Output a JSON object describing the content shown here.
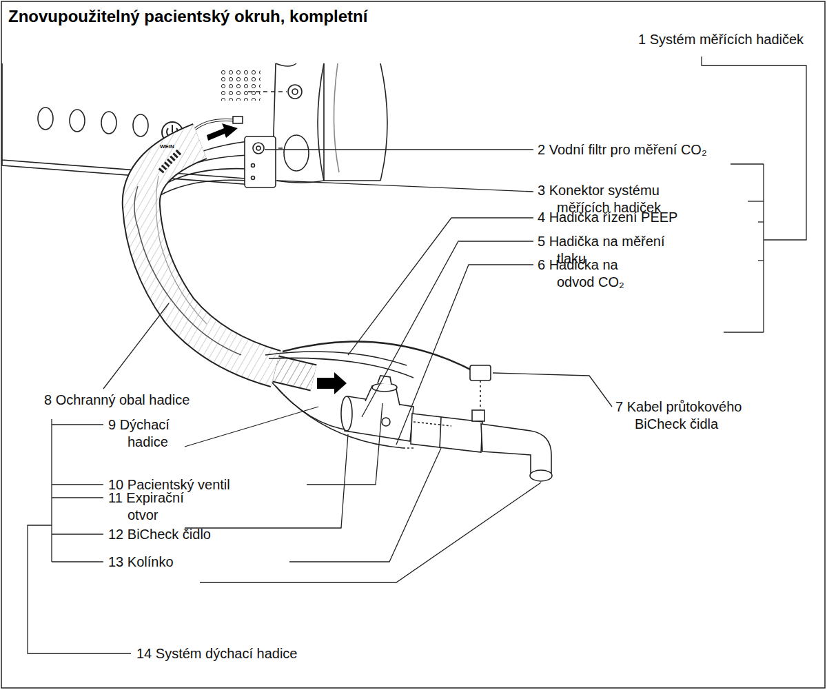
{
  "diagram": {
    "title": "Znovupoužitelný pacientský okruh, kompletní",
    "labels": [
      "1 Systém měřících hadiček",
      "2 Vodní filtr pro měření CO₂",
      "3 Konektor systému měřících hadiček",
      "4 Hadička řízení PEEP",
      "5 Hadička na měření tlaku",
      "6 Hadička na odvod CO₂",
      "7 Kabel průtokového BiCheck čidla",
      "8 Ochranný obal hadice",
      "9 Dýchací hadice",
      "10 Pacientský ventil",
      "11 Expirační otvor",
      "12 BiCheck čidlo",
      "13 Kolínko",
      "14 Systém dýchací hadice",
      "WEIN"
    ]
  }
}
